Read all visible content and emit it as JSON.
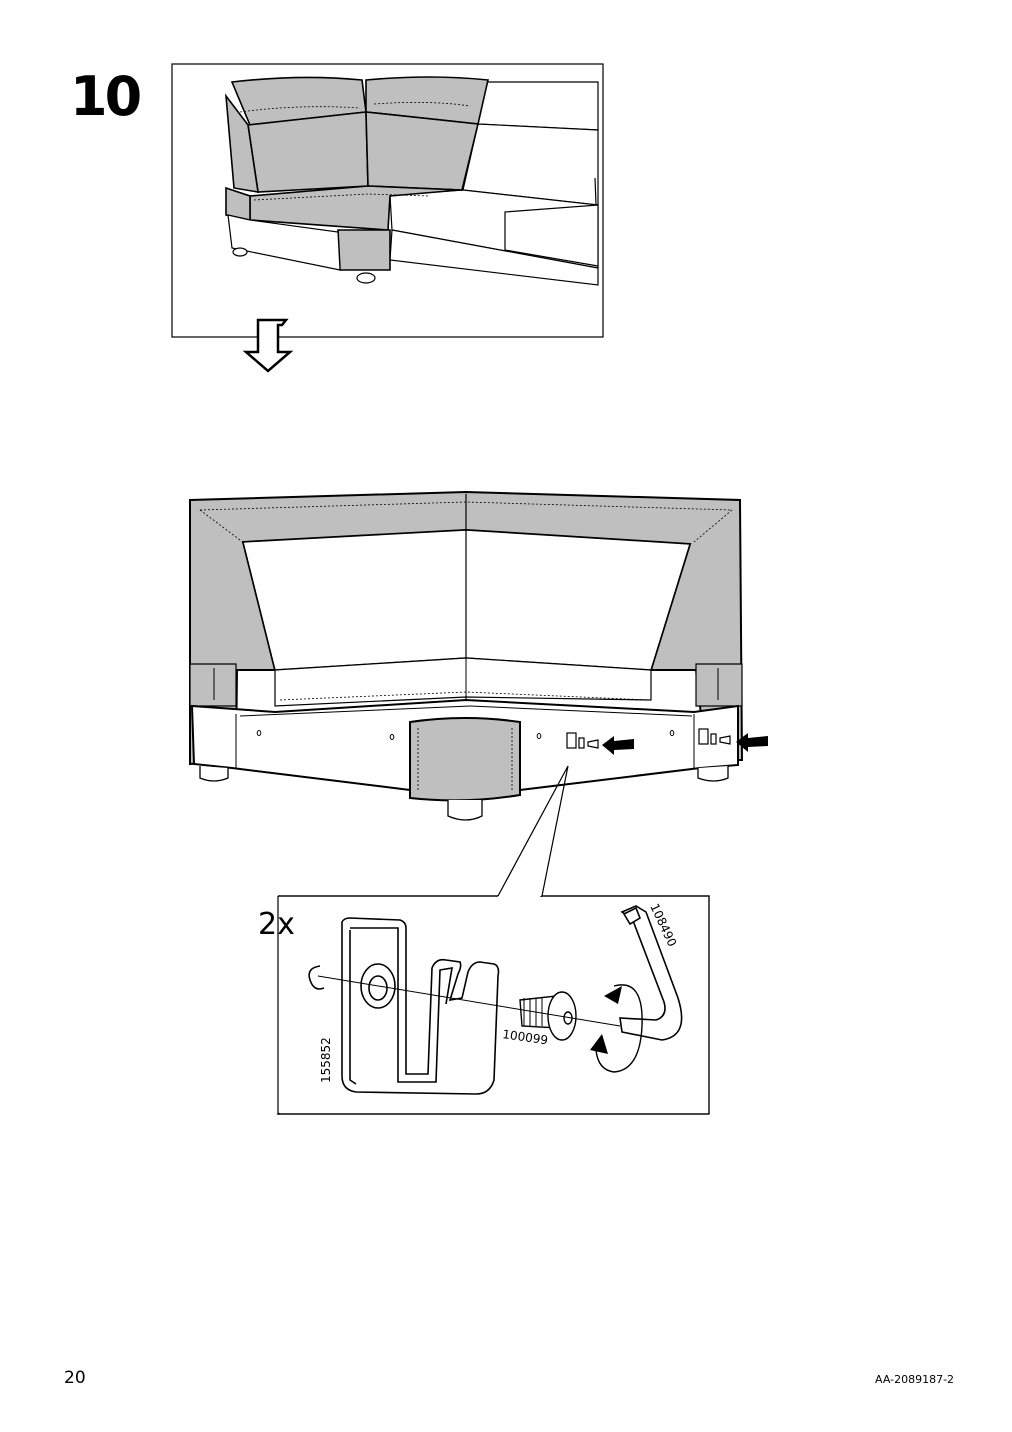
{
  "page": {
    "step_number": "10",
    "page_number": "20",
    "document_code": "AA-2089187-2"
  },
  "detail": {
    "quantity_label": "2x",
    "part_bracket": "155852",
    "part_screw": "100099",
    "part_key": "108490"
  },
  "colors": {
    "fabric_grey": "#bfbfbf",
    "line": "#000000",
    "paper": "#ffffff"
  }
}
